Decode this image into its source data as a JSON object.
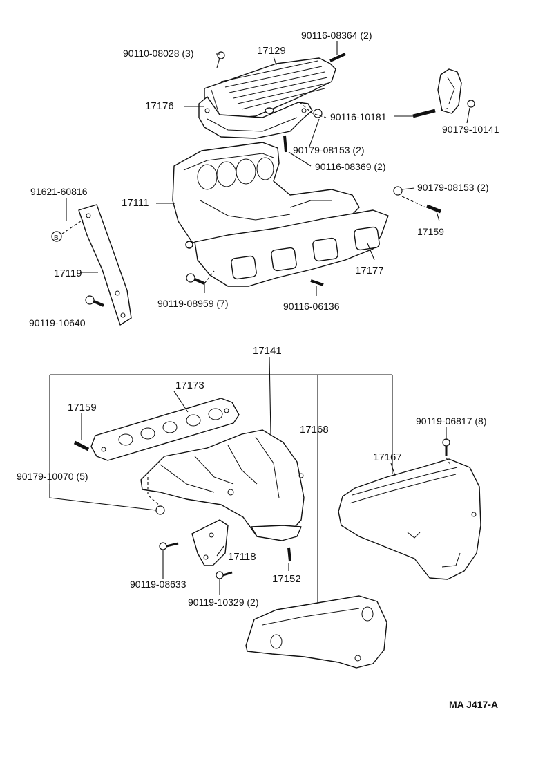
{
  "labels": {
    "p90110_08028": "90110-08028 (3)",
    "p17129": "17129",
    "p90116_08364": "90116-08364 (2)",
    "p17176": "17176",
    "p90116_10181": "90116-10181",
    "p90179_10141": "90179-10141",
    "p90179_08153_a": "90179-08153 (2)",
    "p90116_08369": "90116-08369 (2)",
    "p91621_60816": "91621-60816",
    "p17111": "17111",
    "p90179_08153_b": "90179-08153 (2)",
    "p17159_a": "17159",
    "p17119": "17119",
    "p17177": "17177",
    "p90119_08959": "90119-08959 (7)",
    "p90116_06136": "90116-06136",
    "p90119_10640": "90119-10640",
    "p17141": "17141",
    "p17173": "17173",
    "p17159_b": "17159",
    "p17168": "17168",
    "p90119_06817": "90119-06817 (8)",
    "p17167": "17167",
    "p90179_10070": "90179-10070 (5)",
    "p17118": "17118",
    "p17152": "17152",
    "p90119_08633": "90119-08633",
    "p90119_10329": "90119-10329 (2)",
    "ref_code": "MA  J417-A"
  },
  "marks": {
    "circle_b": "B"
  }
}
